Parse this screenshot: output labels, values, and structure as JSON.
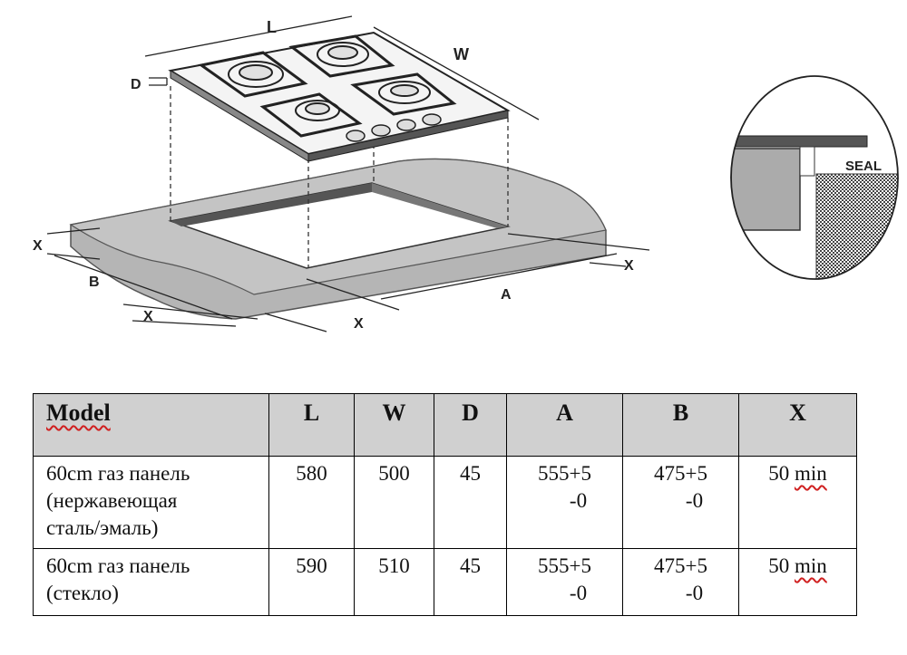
{
  "diagram": {
    "labels": {
      "L": "L",
      "W": "W",
      "D": "D",
      "A": "A",
      "B": "B",
      "X": "X"
    },
    "detail_label": "SEAL"
  },
  "table": {
    "headers": [
      "Model",
      "L",
      "W",
      "D",
      "A",
      "B",
      "X"
    ],
    "rows": [
      {
        "model_lines": [
          "60cm газ панель",
          "(нержавеющая",
          "сталь/эмаль)"
        ],
        "L": "580",
        "W": "500",
        "D": "45",
        "A_top": "555+5",
        "A_bottom": "-0",
        "B_top": "475+5",
        "B_bottom": "-0",
        "X_value": "50",
        "X_unit": "min"
      },
      {
        "model_lines": [
          "60cm газ панель",
          "(стекло)"
        ],
        "L": "590",
        "W": "510",
        "D": "45",
        "A_top": "555+5",
        "A_bottom": "-0",
        "B_top": "475+5",
        "B_bottom": "-0",
        "X_value": "50",
        "X_unit": "min"
      }
    ]
  }
}
